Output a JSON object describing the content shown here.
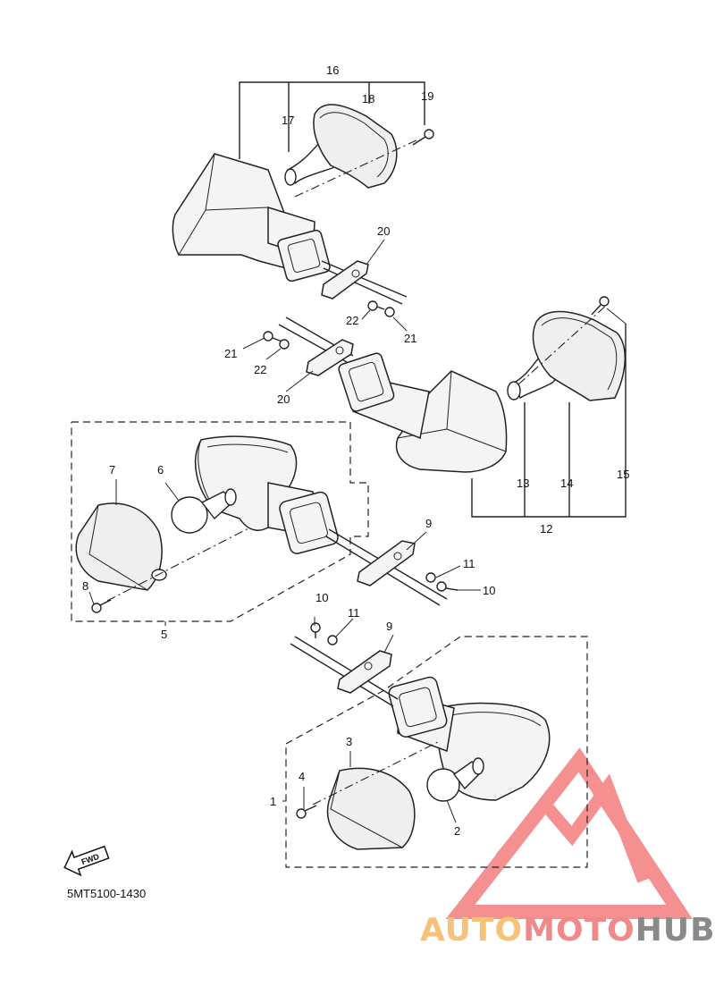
{
  "diagram": {
    "part_numbers": {
      "p1": "1",
      "p2": "2",
      "p3": "3",
      "p4": "4",
      "p5": "5",
      "p6": "6",
      "p7": "7",
      "p8": "8",
      "p9a": "9",
      "p9b": "9",
      "p10a": "10",
      "p10b": "10",
      "p11a": "11",
      "p11b": "11",
      "p12": "12",
      "p13": "13",
      "p14": "14",
      "p15": "15",
      "p16": "16",
      "p17": "17",
      "p18": "18",
      "p19": "19",
      "p20a": "20",
      "p20b": "20",
      "p21a": "21",
      "p21b": "21",
      "p22a": "22",
      "p22b": "22"
    },
    "fwd_label": "FWD",
    "drawing_code": "5MT5100-1430"
  },
  "watermark": {
    "part1": "AUTO",
    "part2": "MOTO",
    "part3": "HUB",
    "colors": {
      "auto": "#f6c27a",
      "moto": "#f08a8a",
      "hub": "#8a8a8a",
      "logo": "#f26b6b"
    }
  }
}
